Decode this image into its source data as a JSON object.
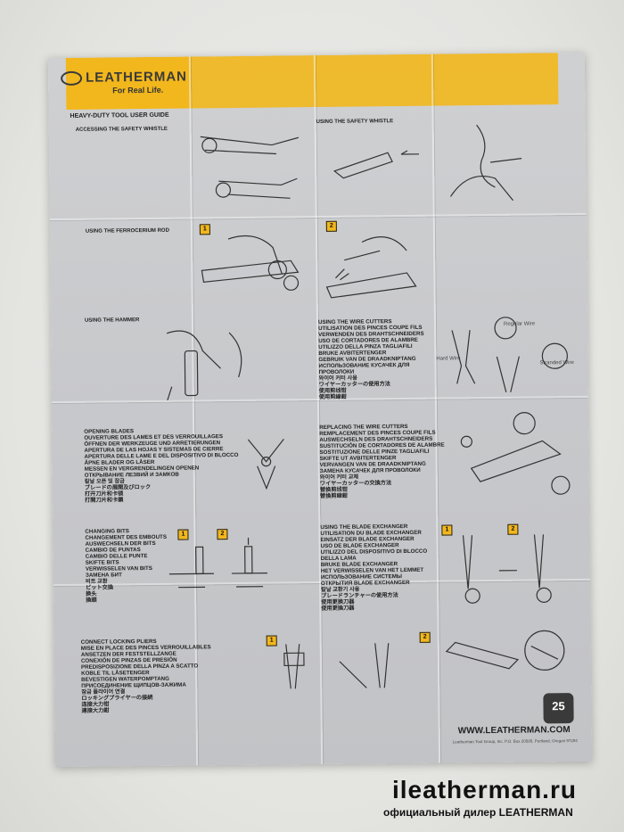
{
  "sheet": {
    "brand": "LEATHERMAN",
    "slogan": "For Real Life.",
    "guide_title": "HEAVY-DUTY TOOL USER GUIDE",
    "sections": {
      "accessing_whistle": "ACCESSING THE SAFETY WHISTLE",
      "using_whistle": "USING THE SAFETY WHISTLE",
      "ferrocerium": "USING THE FERROCERIUM ROD",
      "hammer": "USING THE HAMMER",
      "wire_cutters": [
        "USING THE WIRE CUTTERS",
        "UTILISATION DES PINCES COUPE FILS",
        "VERWENDEN DES DRAHTSCHNEIDERS",
        "USO DE CORTADORES DE ALAMBRE",
        "UTILIZZO DELLA PINZA TAGLIAFILI",
        "BRUKE AVBITERTENGER",
        "GEBRUIK VAN DE DRAADKNIPTANG",
        "ИСПОЛЬЗОВАНИЕ КУСАЧЕК ДЛЯ",
        "ПРОВОЛОКИ",
        "와이어 커터 사용",
        "ワイヤーカッターの使用方法",
        "使用剪线钳",
        "使用剪線鉗"
      ],
      "opening_blades": [
        "OPENING BLADES",
        "OUVERTURE DES LAMES ET DES VERROUILLAGES",
        "ÖFFNEN DER WERKZEUGE UND ARRETIERUNGEN",
        "APERTURA DE LAS HOJAS Y SISTEMAS DE CIERRE",
        "APERTURA DELLE LAME E DEL DISPOSITIVO DI BLOCCO",
        "ÅPNE BLADER OG LÅSER",
        "MESSEN EN VERGRENDELINGEN OPENEN",
        "ОТКРЫВАНИЕ ЛЕЗВИЙ И ЗАМКОВ",
        "칼날 오픈 및 잠금",
        "ブレードの展開及びロック",
        "打开刀片和卡锁",
        "打開刀片和卡鎖"
      ],
      "replacing_cutters": [
        "REPLACING THE WIRE CUTTERS",
        "REMPLACEMENT DES PINCES COUPE FILS",
        "AUSWECHSELN DES DRAHTSCHNEIDERS",
        "SUSTITUCIÓN DE CORTADORES DE ALAMBRE",
        "SOSTITUZIONE DELLE PINZE TAGLIAFILI",
        "SKIFTE UT AVBITERTENGER",
        "VERVANGEN VAN DE DRAADKNIPTANG",
        "ЗАМЕНА КУСАЧЕК ДЛЯ ПРОВОЛОКИ",
        "와이어 커터 교체",
        "ワイヤーカッターの交換方法",
        "替换剪线钳",
        "替換剪線鉗"
      ],
      "changing_bits": [
        "CHANGING BITS",
        "CHANGEMENT DES EMBOUTS",
        "AUSWECHSELN DER BITS",
        "CAMBIO DE PUNTAS",
        "CAMBIO DELLE PUNTE",
        "SKIFTE BITS",
        "VERWISSELEN VAN BITS",
        "ЗАМЕНА БИТ",
        "비트 교환",
        "ビット交換",
        "换头",
        "換頭"
      ],
      "blade_exchanger": [
        "USING THE BLADE EXCHANGER",
        "UTILISATION DU BLADE EXCHANGER",
        "EINSATZ DER BLADE EXCHANGER",
        "USO DE BLADE EXCHANGER",
        "UTILIZZO DEL DISPOSITIVO DI BLOCCO",
        "DELLA LAMA",
        "BRUKE BLADE EXCHANGER",
        "HET VERWISSELEN VAN HET LEMMET",
        "ИСПОЛЬЗОВАНИЕ СИСТЕМЫ",
        "ОТКРЫТИЯ BLADE EXCHANGER",
        "칼날 교환기 사용",
        "ブレードランチャーの使用方法",
        "使用更换刀器",
        "使用更換刀器"
      ],
      "locking_pliers": [
        "CONNECT LOCKING PLIERS",
        "MISE EN PLACE DES PINCES VERROUILLABLES",
        "ANSETZEN DER FESTSTELLZANGE",
        "CONEXIÓN DE PINZAS DE PRESIÓN",
        "PREDISPOSIZIONE DELLA PINZA A SCATTO",
        "KOBLE TIL LÅSETENGER",
        "BEVESTIGEN WATERPOMPTANG",
        "ПРИСОЕДИНЕНИЕ ЩИПЦОВ-ЗАЖИМА",
        "잠금 플라이어 연결",
        "ロッキングプライヤーの接続",
        "连接大力钳",
        "連接大力鉗"
      ]
    },
    "labels": {
      "regular_wire": "Regular Wire",
      "hard_wire": "Hard Wire",
      "stranded_wire": "Stranded Wire",
      "step1": "1",
      "step2": "2"
    },
    "website": "WWW.LEATHERMAN.COM",
    "address": "Leatherman Tool Group, Inc. P.O. Box 20595, Portland, Oregon 97294",
    "badge": "25"
  },
  "watermark": {
    "site": "ileatherman.ru",
    "subtitle": "официальный дилер LEATHERMAN"
  },
  "colors": {
    "accent": "#f2b71c",
    "paper": "#c8c9cc",
    "ink": "#222222"
  }
}
